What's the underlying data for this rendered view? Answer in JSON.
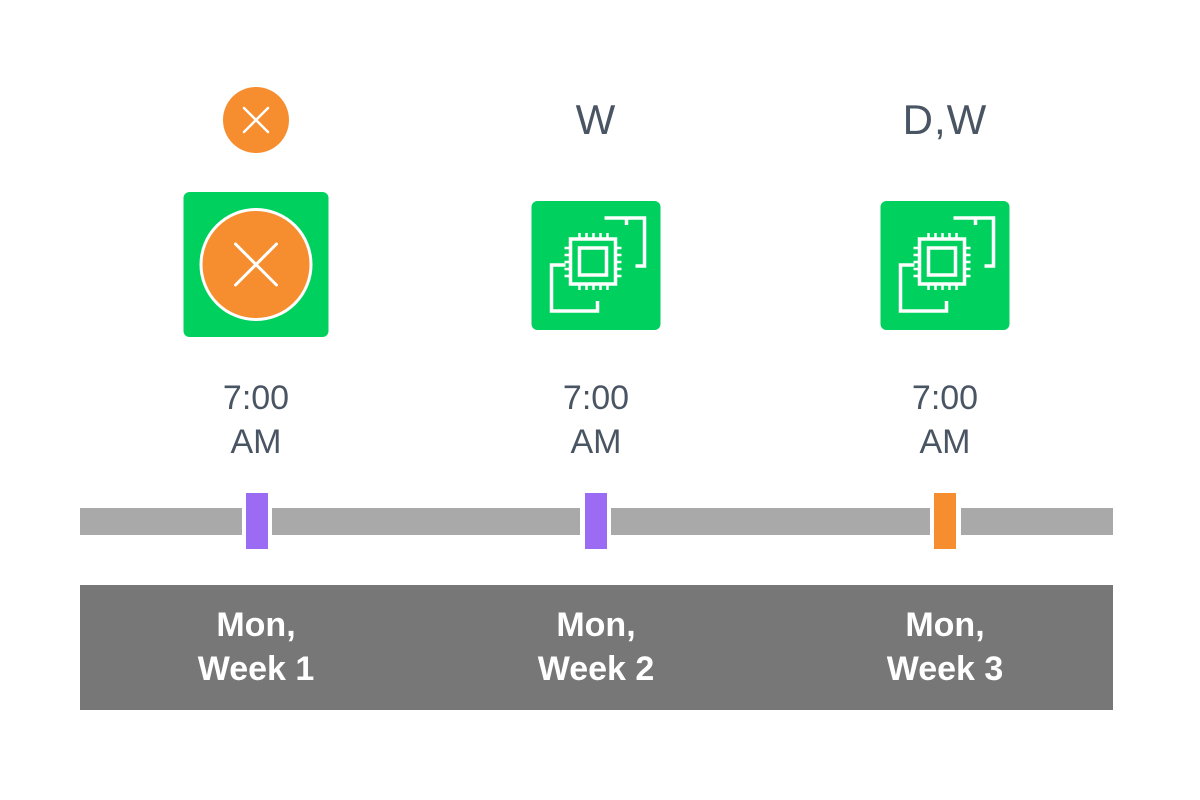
{
  "colors": {
    "tile_green": "#00d15e",
    "stop_orange": "#f68d2e",
    "text_gray": "#4a5563",
    "track_gray": "#a9a9a9",
    "footer_gray": "#777777",
    "marker_purple": "#9b6cf3",
    "marker_orange": "#f68d2e"
  },
  "columns": [
    {
      "top_label": "",
      "top_icon": "close-circle-icon",
      "tile_icon": "close-circle-icon",
      "time_line1": "7:00",
      "time_line2": "AM",
      "day_line1": "Mon,",
      "day_line2": "Week 1",
      "marker_color": "#9b6cf3"
    },
    {
      "top_label": "W",
      "top_icon": "",
      "tile_icon": "instances-chip-icon",
      "time_line1": "7:00",
      "time_line2": "AM",
      "day_line1": "Mon,",
      "day_line2": "Week 2",
      "marker_color": "#9b6cf3"
    },
    {
      "top_label": "D,W",
      "top_icon": "",
      "tile_icon": "instances-chip-icon",
      "time_line1": "7:00",
      "time_line2": "AM",
      "day_line1": "Mon,",
      "day_line2": "Week 3",
      "marker_color": "#f68d2e"
    }
  ]
}
